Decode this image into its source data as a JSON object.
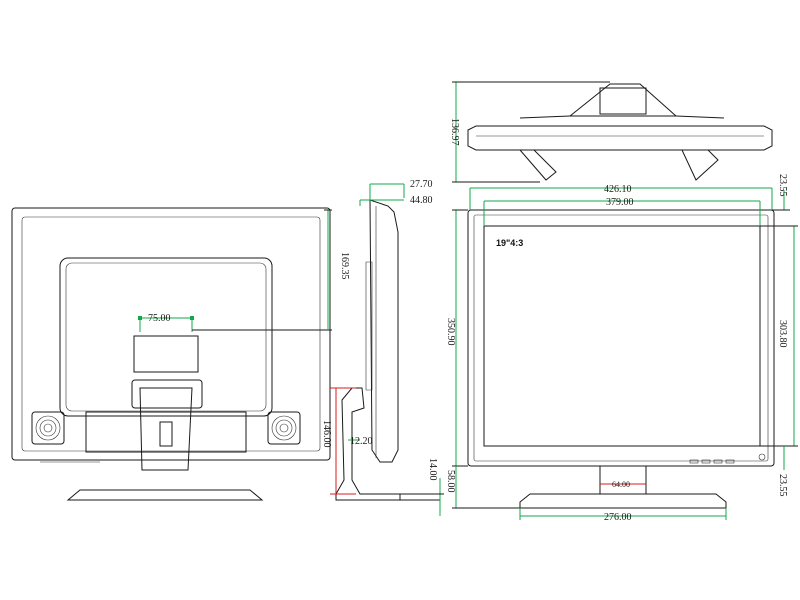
{
  "screen_label": "19\"4:3",
  "dimensions": {
    "rear_mount_spacing": "75.00",
    "rear_mount_height": "169.35",
    "side_depth_top": "27.70",
    "side_depth_panel": "44.80",
    "side_stand_height": "146.00",
    "side_stand_offset": "12.20",
    "side_base_height": "14.00",
    "top_depth": "136.97",
    "overall_width": "426.10",
    "active_width": "379.00",
    "top_bezel": "23.55",
    "overall_height": "350.90",
    "active_height": "303.80",
    "bottom_bezel": "23.55",
    "stand_clearance": "58.00",
    "neck_width": "64.00",
    "base_width": "276.00"
  },
  "colors": {
    "dimension_line": "#11a84a",
    "dimension_highlight": "#d81c1c",
    "outline": "#1a1a1a"
  }
}
